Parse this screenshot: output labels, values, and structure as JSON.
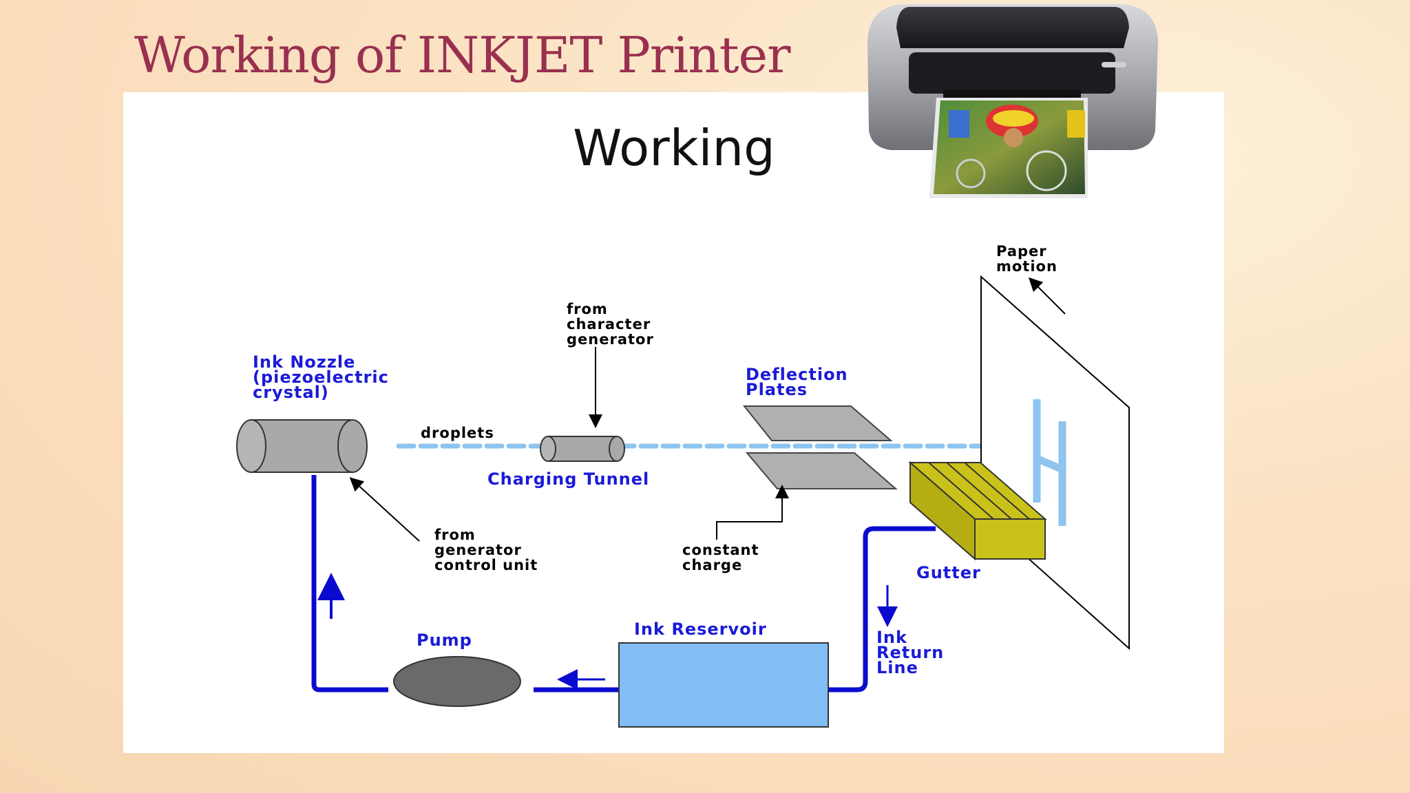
{
  "slide": {
    "title": "Working of INKJET Printer"
  },
  "diagram": {
    "heading": "Working",
    "labels": {
      "ink_nozzle": [
        "Ink Nozzle",
        "(piezoelectric",
        "crystal)"
      ],
      "droplets": "droplets",
      "from_character_generator": [
        "from",
        "character",
        "generator"
      ],
      "charging_tunnel": "Charging Tunnel",
      "deflection_plates": [
        "Deflection",
        "Plates"
      ],
      "paper_motion": [
        "Paper",
        "motion"
      ],
      "from_generator_control_unit": [
        "from",
        "generator",
        "control unit"
      ],
      "constant_charge": [
        "constant",
        "charge"
      ],
      "gutter": "Gutter",
      "pump": "Pump",
      "ink_reservoir": "Ink Reservoir",
      "ink_return_line": [
        "Ink",
        "Return",
        "Line"
      ]
    },
    "colors": {
      "blue_label": "#1a1ad8",
      "ink_line": "#0b0bd0",
      "droplet": "#8ec4ee",
      "reservoir": "#82bdf5",
      "gutter": "#c9c21a",
      "cylinder": "#a9a9a9",
      "pump": "#6a6a6a",
      "title": "#99304f"
    }
  },
  "image": {
    "name": "inkjet-printer-photo"
  }
}
